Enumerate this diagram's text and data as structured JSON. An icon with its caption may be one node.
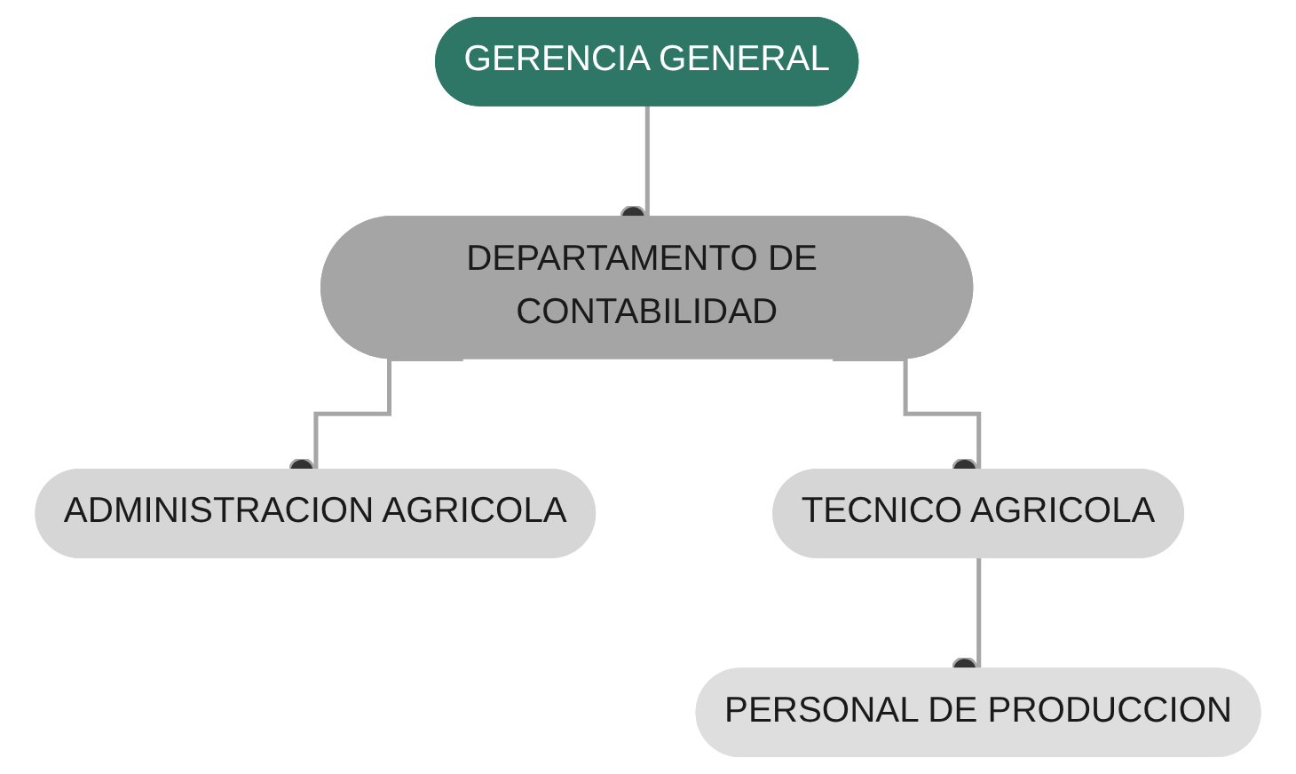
{
  "diagram": {
    "nodes": [
      {
        "text": [
          "GERENCIA GENERAL"
        ]
      },
      {
        "text": [
          "DEPARTAMENTO DE CONTABILIDAD"
        ]
      },
      {
        "text": [
          "ADMINISTRACION AGRICOLA"
        ]
      },
      {
        "text": [
          "TECNICO AGRICOLA"
        ]
      },
      {
        "text": [
          "PERSONAL DE PRODUCCION"
        ]
      }
    ],
    "edges": [
      {
        "from": 0,
        "to": 1,
        "arrow": "other"
      },
      {
        "from": 1,
        "to": 2,
        "arrow": "other"
      },
      {
        "from": 1,
        "to": 3,
        "arrow": "other"
      },
      {
        "from": 3,
        "to": 4,
        "arrow": "other"
      }
    ]
  }
}
